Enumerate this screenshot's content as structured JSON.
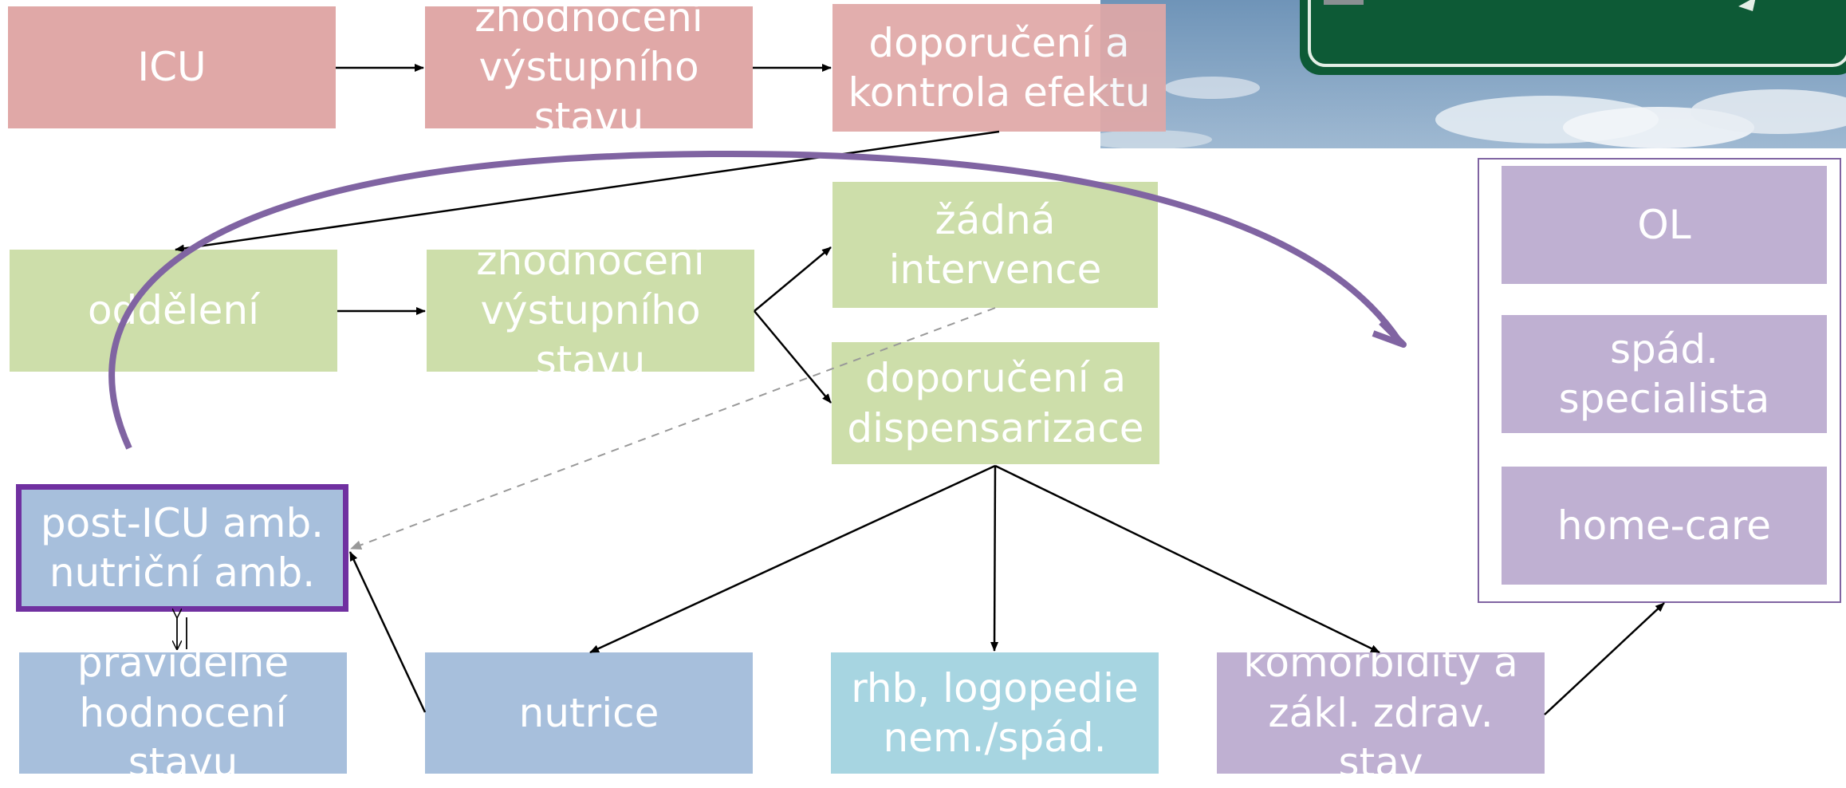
{
  "colors": {
    "icu_track": "#e0a8a7",
    "ward_track": "#cddeaa",
    "outpatient": "#a7bfdc",
    "rehab": "#a7d5e1",
    "community": "#bfb0d2",
    "highlight_border": "#7030a0",
    "curve": "#8064a2"
  },
  "nodes": {
    "icu": "ICU",
    "icu_assessment": "zhodnocení\nvýstupního stavu",
    "icu_recommendation": "doporučení a\nkontrola efektu",
    "ward": "oddělení",
    "ward_assessment": "zhodnocení\nvýstupního stavu",
    "no_intervention": "žádná\nintervence",
    "dispensarization": "doporučení a\ndispensarizace",
    "posticu_clinic": "post-ICU amb.\nnutriční amb.",
    "regular_assessment": "pravidelné\nhodnocení stavu",
    "nutrition": "nutrice",
    "rehab": "rhb, logopedie\nnem./spád.",
    "comorbidities": "komorbidity a\nzákl. zdrav. stav",
    "gp": "OL",
    "specialist": "spád. specialista",
    "home_care": "home-care"
  },
  "background_image": "highway-sign-photo"
}
